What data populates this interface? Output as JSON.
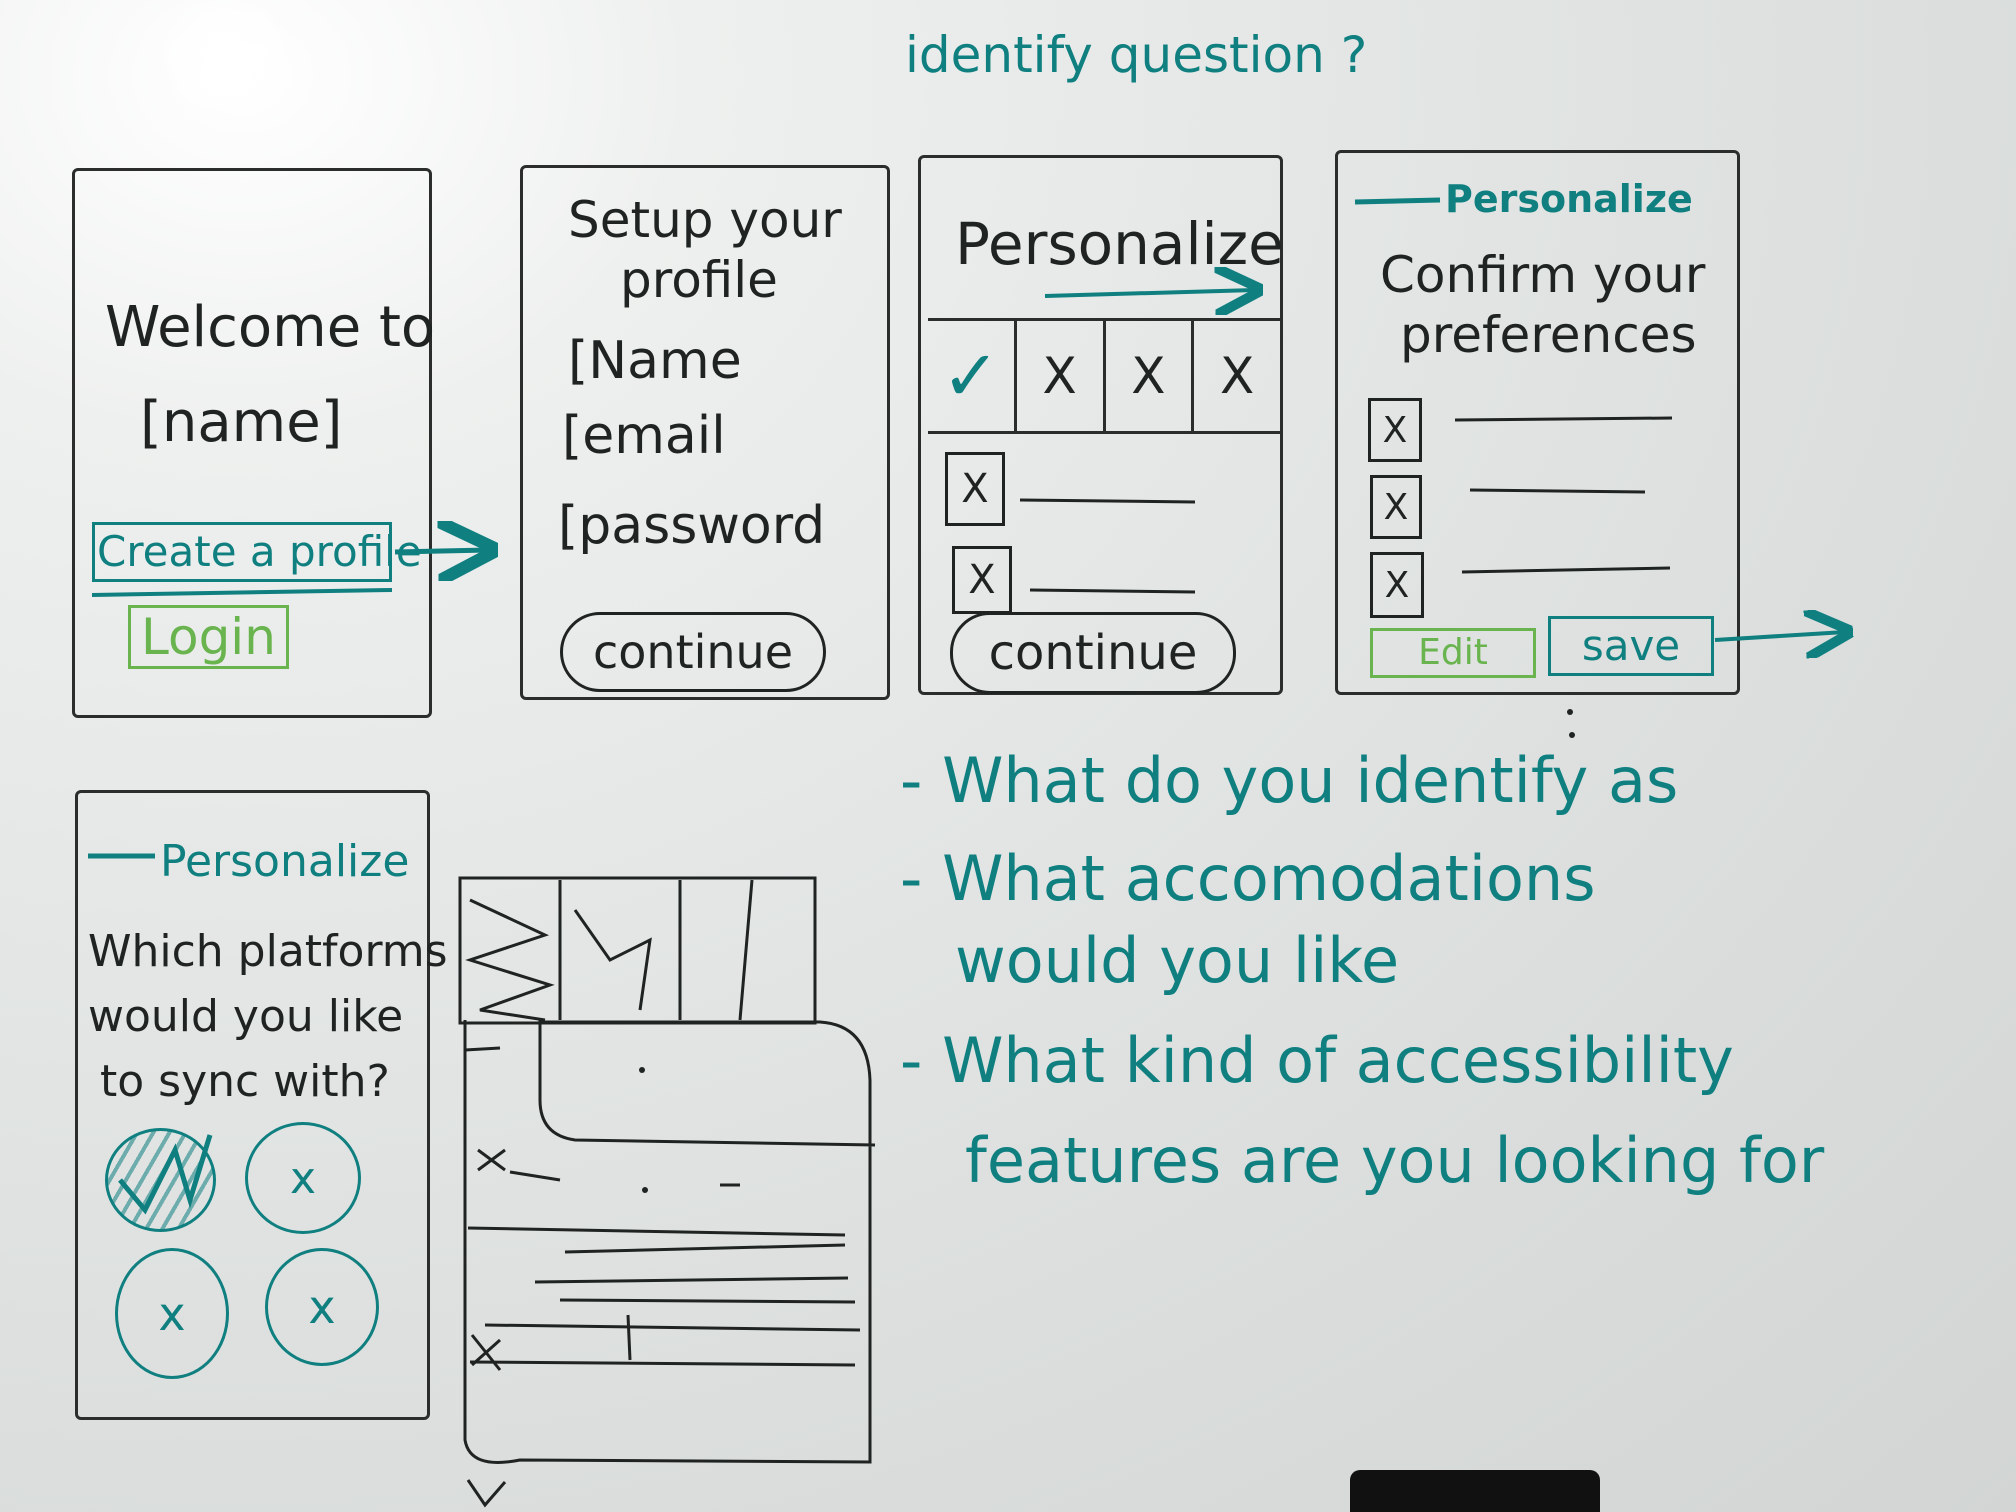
{
  "header": {
    "title": "identify question ?"
  },
  "sketch1": {
    "welcome": "Welcome to",
    "name": "[name]",
    "create_profile": "Create a profile",
    "login": "Login"
  },
  "sketch2": {
    "title_line1": "Setup your",
    "title_line2": "profile",
    "name_field": "[Name",
    "email_field": "[email",
    "password_field": "[password",
    "continue": "continue"
  },
  "sketch3": {
    "title": "Personalize",
    "tab_check": "✓",
    "tab_x1": "X",
    "tab_x2": "X",
    "tab_x3": "X",
    "box1": "X",
    "box2": "X",
    "continue": "continue"
  },
  "sketch4": {
    "tag": "Personalize",
    "title_line1": "Confirm your",
    "title_line2": "preferences",
    "box1": "X",
    "box2": "X",
    "box3": "X",
    "edit": "Edit",
    "save": "save"
  },
  "sketch5": {
    "tag": "Personalize",
    "q_line1": "Which platforms",
    "q_line2": "would you like",
    "q_line3": "to sync with?",
    "circle2": "x",
    "circle3": "x",
    "circle4": "x"
  },
  "questions": {
    "q1": "- What do you identify as",
    "q2_line1": "- What accomodations",
    "q2_line2": "would you like",
    "q3_line1": "- What kind of accessibility",
    "q3_line2": "features are you looking for"
  },
  "colors": {
    "black_ink": "#1f2322",
    "teal_ink": "#0f7f80",
    "green_ink": "#6ab44f"
  }
}
